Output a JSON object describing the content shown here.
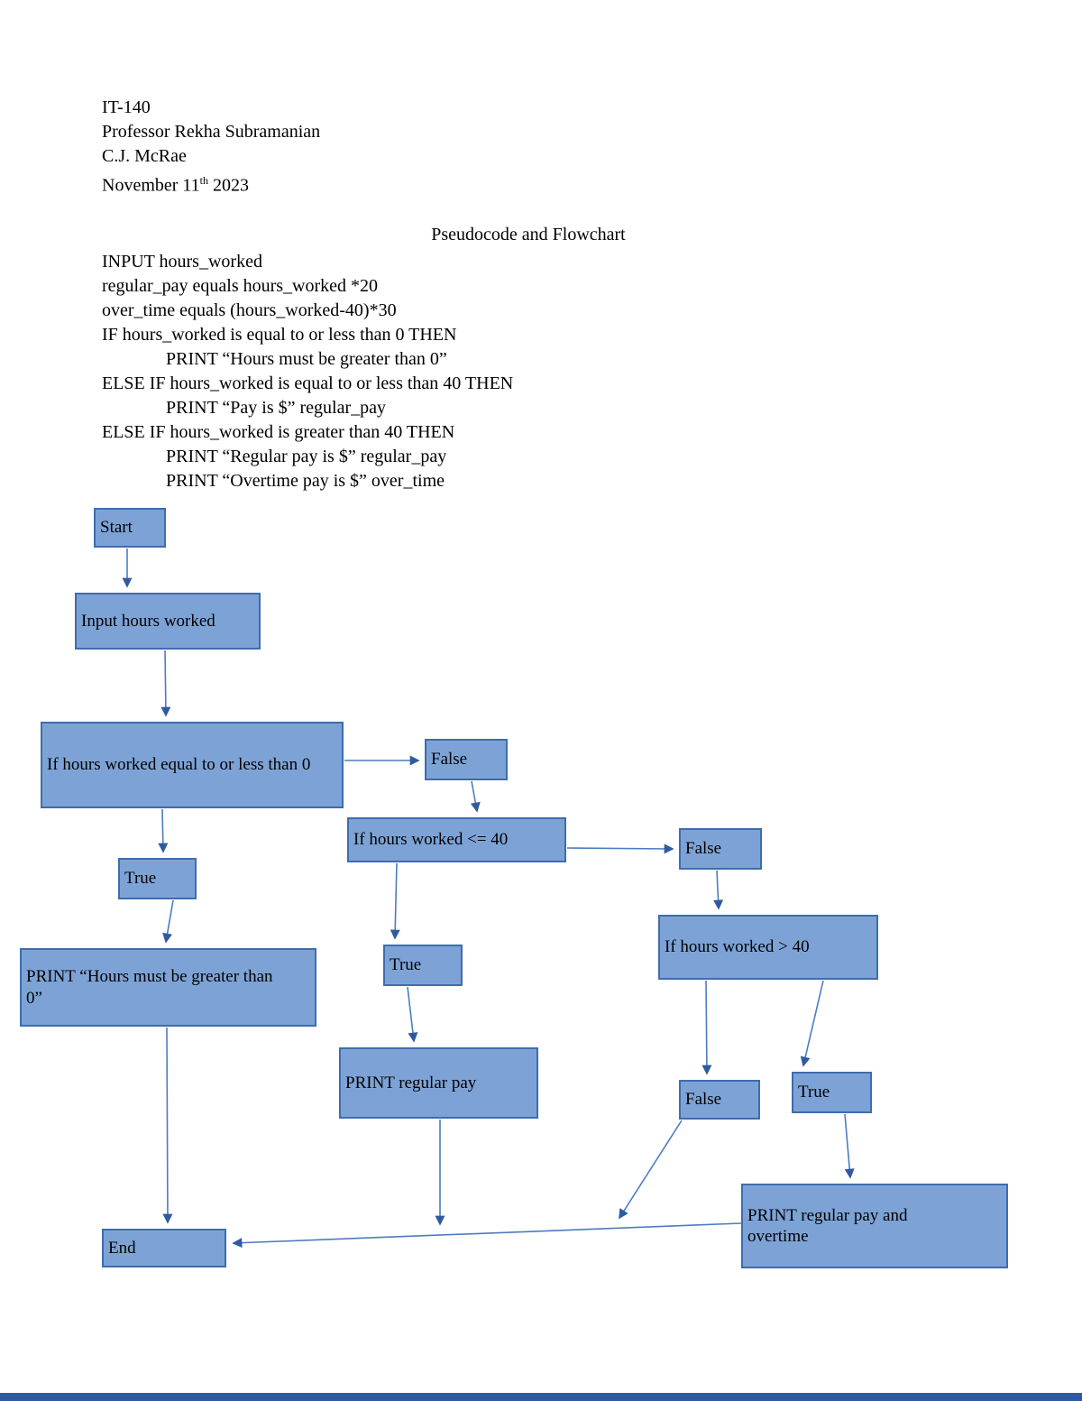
{
  "colors": {
    "node_fill": "#7da3d6",
    "node_border": "#3f6cae",
    "arrow_line": "#4d7cc0",
    "arrow_head": "#2f5b9e",
    "footer_bar": "#2e5b9e"
  },
  "header": {
    "course": "IT-140",
    "professor": "Professor Rekha Subramanian",
    "author": "C.J. McRae",
    "date_prefix": "November 11",
    "date_ordinal": "th",
    "date_year": " 2023"
  },
  "pseudocode": {
    "title": "Pseudocode and Flowchart",
    "lines": [
      {
        "indent": 0,
        "text": "INPUT hours_worked"
      },
      {
        "indent": 0,
        "text": "regular_pay equals hours_worked *20"
      },
      {
        "indent": 0,
        "text": "over_time equals (hours_worked-40)*30"
      },
      {
        "indent": 0,
        "text": "IF hours_worked is equal to or less than 0 THEN"
      },
      {
        "indent": 1,
        "text": "PRINT “Hours must be greater than 0”"
      },
      {
        "indent": 0,
        "text": "ELSE IF hours_worked is equal to or less than 40 THEN"
      },
      {
        "indent": 1,
        "text": "PRINT “Pay is $” regular_pay"
      },
      {
        "indent": 0,
        "text": "ELSE IF hours_worked is greater than 40 THEN"
      },
      {
        "indent": 1,
        "text": "PRINT “Regular pay is $” regular_pay"
      },
      {
        "indent": 1,
        "text": "PRINT “Overtime pay is $” over_time"
      }
    ]
  },
  "flowchart": {
    "nodes": {
      "start": "Start",
      "input": "Input hours worked",
      "decision1": "If hours worked equal to or less than 0",
      "false1": "False",
      "true1": "True",
      "decision2": "If hours worked <= 40",
      "false2": "False",
      "true2": "True",
      "decision3": "If hours worked > 40",
      "false3": "False",
      "true3": "True",
      "print1": "PRINT “Hours must be greater than 0”",
      "print2": "PRINT regular pay",
      "print3": "PRINT regular pay and overtime",
      "end": "End"
    },
    "edges": [
      {
        "from": "start",
        "to": "input"
      },
      {
        "from": "input",
        "to": "decision1"
      },
      {
        "from": "decision1",
        "to": "false1"
      },
      {
        "from": "decision1",
        "to": "true1"
      },
      {
        "from": "false1",
        "to": "decision2"
      },
      {
        "from": "true1",
        "to": "print1"
      },
      {
        "from": "decision2",
        "to": "false2"
      },
      {
        "from": "decision2",
        "to": "true2"
      },
      {
        "from": "false2",
        "to": "decision3"
      },
      {
        "from": "true2",
        "to": "print2"
      },
      {
        "from": "decision3",
        "to": "false3"
      },
      {
        "from": "decision3",
        "to": "true3"
      },
      {
        "from": "true3",
        "to": "print3"
      },
      {
        "from": "false3",
        "to": "end"
      },
      {
        "from": "print2",
        "to": "end"
      },
      {
        "from": "print1",
        "to": "end"
      },
      {
        "from": "print3",
        "to": "end"
      }
    ]
  }
}
